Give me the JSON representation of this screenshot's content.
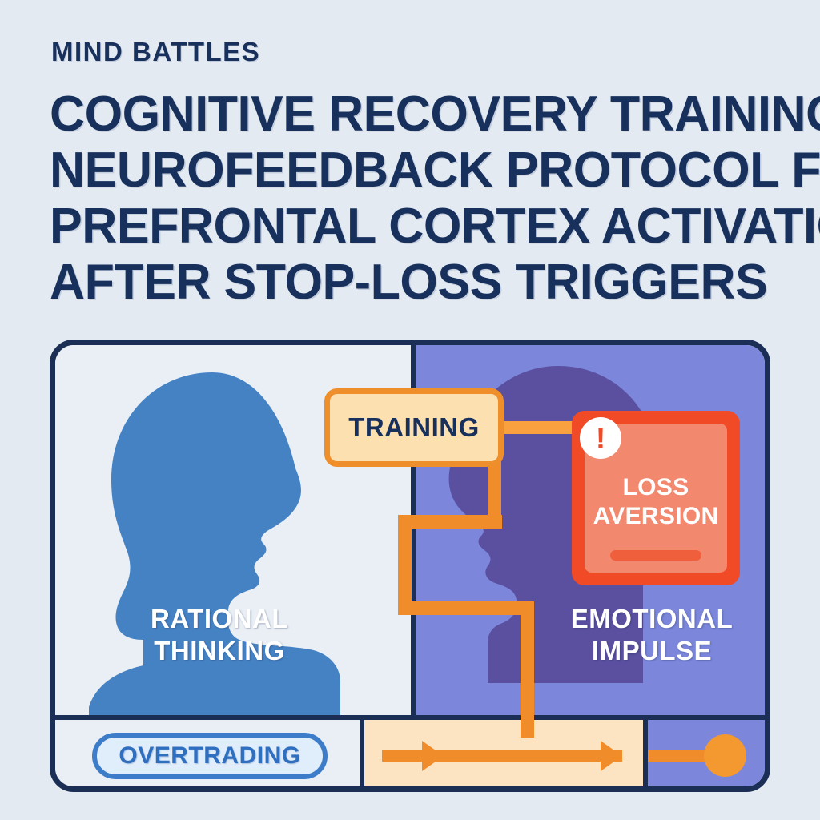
{
  "header": {
    "kicker": "MIND BATTLES",
    "title_lines": [
      "COGNITIVE RECOVERY TRAINING:",
      "NEUROFEEDBACK PROTOCOL FOR",
      "PREFRONTAL CORTEX ACTIVATION",
      "AFTER STOP-LOSS TRIGGERS"
    ]
  },
  "diagram": {
    "left_panel": {
      "caption_line1": "RATIONAL",
      "caption_line2": "THINKING",
      "silhouette": "head-profile-right-facing"
    },
    "right_panel": {
      "caption_line1": "EMOTIONAL",
      "caption_line2": "IMPULSE",
      "silhouette": "head-profile-left-facing"
    },
    "training_badge": {
      "label": "TRAINING"
    },
    "loss_card": {
      "line1": "LOSS",
      "line2": "AVERSION",
      "warning_glyph": "!"
    },
    "bottom_strip": {
      "pill_label": "OVERTRADING"
    }
  },
  "colors": {
    "background": "#e4eaf2",
    "navy": "#17305c",
    "frame_border": "#1b2e55",
    "left_panel_bg": "#eaeff5",
    "right_panel_bg": "#7c87dc",
    "head_left": "#4582c4",
    "head_right": "#5b4fa0",
    "orange": "#f08c2a",
    "orange_light": "#f9a13f",
    "badge_fill": "#fde0b0",
    "badge_border": "#ef8f2b",
    "card_red": "#f04a26",
    "card_salmon": "#f2886e",
    "pill_border": "#3d7cc9",
    "pill_fill": "#e0edfb",
    "pill_text": "#2f6fbf",
    "strip_cream": "#fce3c2"
  }
}
